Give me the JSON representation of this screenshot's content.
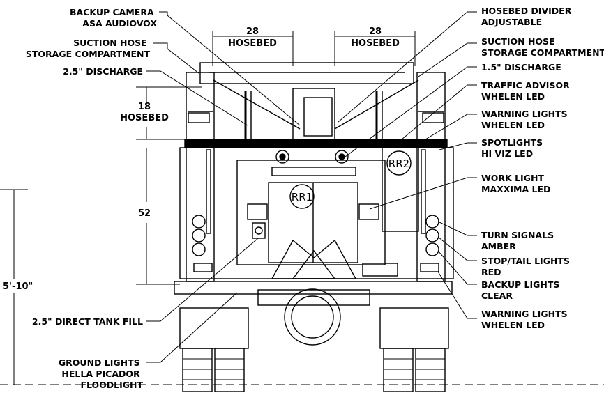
{
  "labels_left": [
    {
      "id": "backup-camera",
      "lines": [
        "BACKUP CAMERA",
        "ASA AUDIOVOX"
      ]
    },
    {
      "id": "suction-hose-left",
      "lines": [
        "SUCTION HOSE",
        "STORAGE COMPARTMENT"
      ]
    },
    {
      "id": "discharge-25",
      "lines": [
        "2.5\" DISCHARGE"
      ]
    },
    {
      "id": "direct-tank-fill",
      "lines": [
        "2.5\" DIRECT TANK FILL"
      ]
    },
    {
      "id": "ground-lights",
      "lines": [
        "GROUND LIGHTS",
        "HELLA PICADOR",
        "FLOODLIGHT"
      ]
    }
  ],
  "labels_right": [
    {
      "id": "hosebed-divider",
      "lines": [
        "HOSEBED DIVIDER",
        "ADJUSTABLE"
      ]
    },
    {
      "id": "suction-hose-right",
      "lines": [
        "SUCTION HOSE",
        "STORAGE COMPARTMENT"
      ]
    },
    {
      "id": "discharge-15",
      "lines": [
        "1.5\" DISCHARGE"
      ]
    },
    {
      "id": "traffic-advisor",
      "lines": [
        "TRAFFIC ADVISOR",
        "WHELEN LED"
      ]
    },
    {
      "id": "warning-lights-upper",
      "lines": [
        "WARNING LIGHTS",
        "WHELEN LED"
      ]
    },
    {
      "id": "spotlights",
      "lines": [
        "SPOTLIGHTS",
        "HI VIZ LED"
      ]
    },
    {
      "id": "work-light",
      "lines": [
        "WORK LIGHT",
        "MAXXIMA LED"
      ]
    },
    {
      "id": "turn-signals",
      "lines": [
        "TURN SIGNALS",
        "AMBER"
      ]
    },
    {
      "id": "stop-tail",
      "lines": [
        "STOP/TAIL LIGHTS",
        "RED"
      ]
    },
    {
      "id": "backup-lights",
      "lines": [
        "BACKUP LIGHTS",
        "CLEAR"
      ]
    },
    {
      "id": "warning-lights-lower",
      "lines": [
        "WARNING LIGHTS",
        "WHELEN LED"
      ]
    }
  ],
  "dimensions": {
    "hosebed_left": [
      "28",
      "HOSEBED"
    ],
    "hosebed_right": [
      "28",
      "HOSEBED"
    ],
    "hosebed_side": [
      "18",
      "HOSEBED"
    ],
    "body_height": "52",
    "overall_height": "5'-10\""
  },
  "compartments": {
    "rr1": "RR1",
    "rr2": "RR2"
  }
}
